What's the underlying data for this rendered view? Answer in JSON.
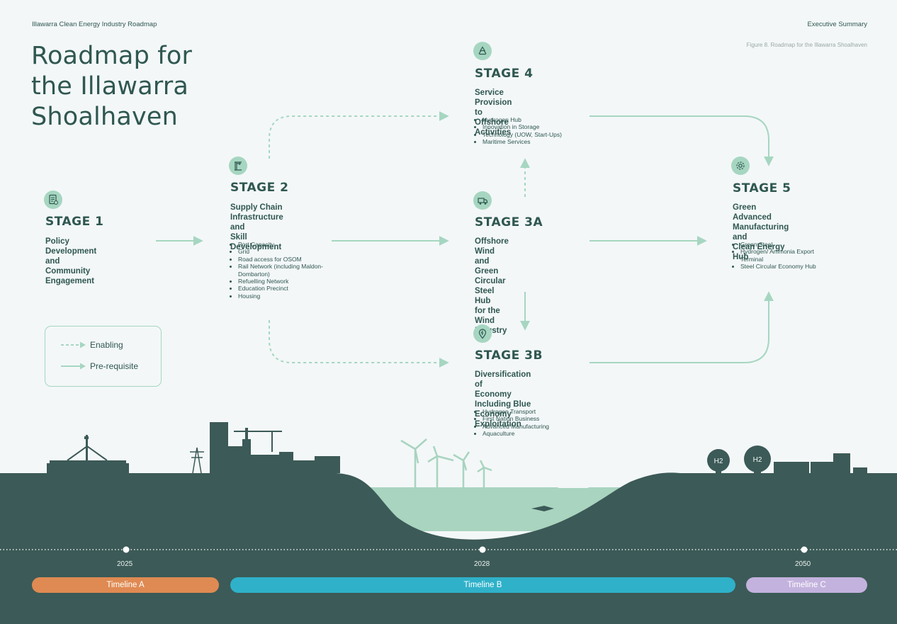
{
  "header": {
    "left": "Illawarra Clean Energy Industry Roadmap",
    "right": "Executive Summary"
  },
  "figure_caption": "Figure 8.  Roadmap for the Illawarra Shoalhaven",
  "title_lines": [
    "Roadmap for",
    "the Illawarra",
    "Shoalhaven"
  ],
  "stages": {
    "s1": {
      "title": "STAGE 1",
      "subtitle": [
        "Policy Development",
        "and Community",
        "Engagement"
      ],
      "items": [],
      "icon": "document-icon"
    },
    "s2": {
      "title": "STAGE 2",
      "subtitle": [
        "Supply Chain",
        "Infrastructure and",
        "Skill Development"
      ],
      "items": [
        "Port Capacity",
        "Grid",
        "Road access for OSOM",
        "Rail Network (including Maldon-Dombarton)",
        "Refuelling Network",
        "Education Precinct",
        "Housing"
      ],
      "icon": "crane-icon"
    },
    "s3a": {
      "title": "STAGE 3A",
      "subtitle": [
        "Offshore Wind and",
        "Green Circular Steel Hub",
        "for the Wind Industry"
      ],
      "items": [],
      "icon": "truck-icon"
    },
    "s3b": {
      "title": "STAGE 3B",
      "subtitle": [
        "Diversification of",
        "Economy Including Blue",
        "Economy Exploitation"
      ],
      "items": [
        "Hydrogen Transport",
        "First Nation Business",
        "Advanced Manufacturing",
        "Aquaculture"
      ],
      "icon": "energy-pin-icon"
    },
    "s4": {
      "title": "STAGE 4",
      "subtitle": [
        "Service Provision to",
        "Offshore Activities"
      ],
      "items": [
        "Hydrogen Hub",
        "Innovation in Storage",
        "Technology (UOW, Start-Ups)",
        "Maritime Services"
      ],
      "icon": "recycle-icon"
    },
    "s5": {
      "title": "STAGE 5",
      "subtitle": [
        "Green Advanced",
        "Manufacturing and",
        "Clean Energy Hub"
      ],
      "items": [
        "Green Steel",
        "Hydrogen/ Ammonia Export Terminal",
        "Steel Circular Economy Hub"
      ],
      "icon": "gear-icon"
    }
  },
  "legend": {
    "enabling": "Enabling",
    "prerequisite": "Pre-requisite"
  },
  "landscape": {
    "h2_label": "H2"
  },
  "timeline": {
    "years": [
      "2025",
      "2028",
      "2050"
    ],
    "phases": [
      {
        "label": "Timeline A",
        "color": "#df8a52"
      },
      {
        "label": "Timeline B",
        "color": "#2fb1c9"
      },
      {
        "label": "Timeline C",
        "color": "#c3b2dd"
      }
    ]
  },
  "colors": {
    "dark_green": "#3c5a57",
    "mint": "#a6d6c1",
    "text": "#2f5750",
    "water": "#a9d4bf"
  }
}
